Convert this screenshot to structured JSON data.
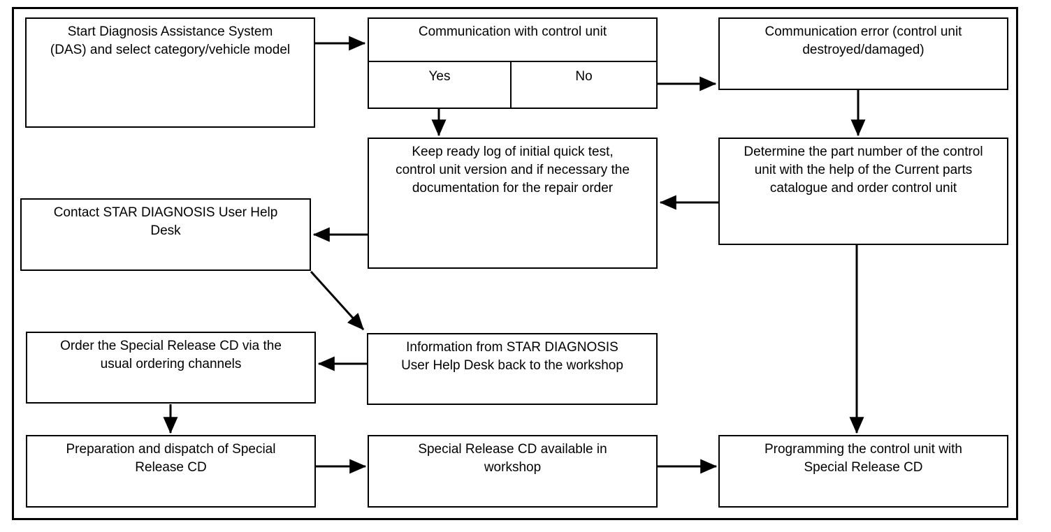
{
  "flowchart": {
    "description": "Control unit diagnosis and Special Release CD programming flowchart",
    "nodes": {
      "start": {
        "label": "Start Diagnosis Assistance System\n(DAS) and select category/vehicle model"
      },
      "communication": {
        "label": "Communication with control unit"
      },
      "yes": {
        "label": "Yes"
      },
      "no": {
        "label": "No"
      },
      "comm_error": {
        "label": "Communication error (control unit\ndestroyed/damaged)"
      },
      "keep_ready": {
        "label": "Keep ready log of initial quick test,\ncontrol unit version and if necessary the\ndocumentation for the repair order"
      },
      "determine": {
        "label": "Determine the part number of the control\nunit with the help of the Current parts\ncatalogue and order control unit"
      },
      "contact": {
        "label": "Contact STAR DIAGNOSIS User Help\nDesk"
      },
      "info_back": {
        "label": "Information from STAR DIAGNOSIS\nUser Help Desk back to the workshop"
      },
      "order_cd": {
        "label": "Order the Special Release CD via the\nusual ordering channels"
      },
      "prep_dispatch": {
        "label": "Preparation and dispatch of Special\nRelease CD"
      },
      "cd_available": {
        "label": "Special Release CD available in\nworkshop"
      },
      "programming": {
        "label": "Programming the control unit with\nSpecial Release CD"
      }
    },
    "edges": [
      {
        "from": "start",
        "to": "communication"
      },
      {
        "from": "no",
        "to": "comm_error"
      },
      {
        "from": "yes",
        "to": "keep_ready"
      },
      {
        "from": "comm_error",
        "to": "determine"
      },
      {
        "from": "determine",
        "to": "keep_ready"
      },
      {
        "from": "keep_ready",
        "to": "contact"
      },
      {
        "from": "contact",
        "to": "info_back"
      },
      {
        "from": "info_back",
        "to": "order_cd"
      },
      {
        "from": "order_cd",
        "to": "prep_dispatch"
      },
      {
        "from": "prep_dispatch",
        "to": "cd_available"
      },
      {
        "from": "cd_available",
        "to": "programming"
      },
      {
        "from": "determine",
        "to": "programming"
      }
    ],
    "colors": {
      "stroke": "#000000",
      "background": "#ffffff"
    }
  }
}
